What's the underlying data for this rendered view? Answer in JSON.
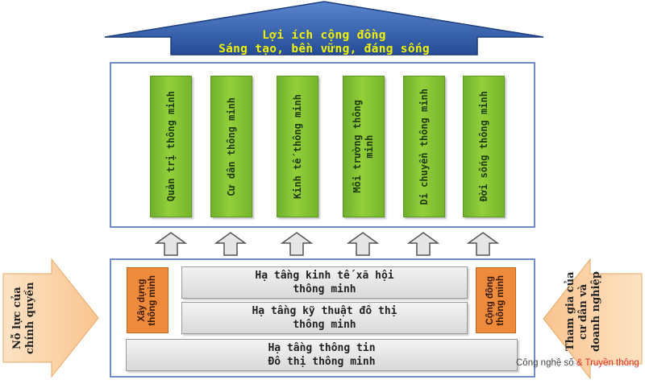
{
  "roof": {
    "line1": "Lợi ích cộng đồng",
    "line2": "Sáng tạo, bền vững, đáng sống"
  },
  "pillars": [
    "Quản trị thông minh",
    "Cư dân thông minh",
    "Kinh tế thông minh",
    "Môi trường thông\nminh",
    "Di chuyển thông minh",
    "Đời sống thông minh"
  ],
  "infrastructure": {
    "socio_economic": {
      "line1": "Hạ tầng kinh tế xã hội",
      "line2": "thông minh"
    },
    "technical": {
      "line1": "Hạ tầng kỹ thuật đô thị",
      "line2": "thông minh"
    },
    "information": {
      "line1": "Hạ tầng thông tin",
      "line2": "Đô thị thông minh"
    }
  },
  "side_boxes": {
    "left": "Xây dựng\nthông minh",
    "right": "Cộng đồng\nthông minh"
  },
  "side_arrows": {
    "left": "Nỗ lực của\nchính quyền",
    "right": "Tham gia của\ncư dân và\ndoanh nghiệp"
  },
  "watermark": {
    "part1": "Công nghệ số ",
    "part2": "& Truyền thông"
  },
  "colors": {
    "roof": "#2e5ca8",
    "roof_text": "#f2f200",
    "pillar": "#8cc63f",
    "frame": "#6f8fc4",
    "orange": "#ee8a3c",
    "side_arrow": "#fbd3a8"
  }
}
